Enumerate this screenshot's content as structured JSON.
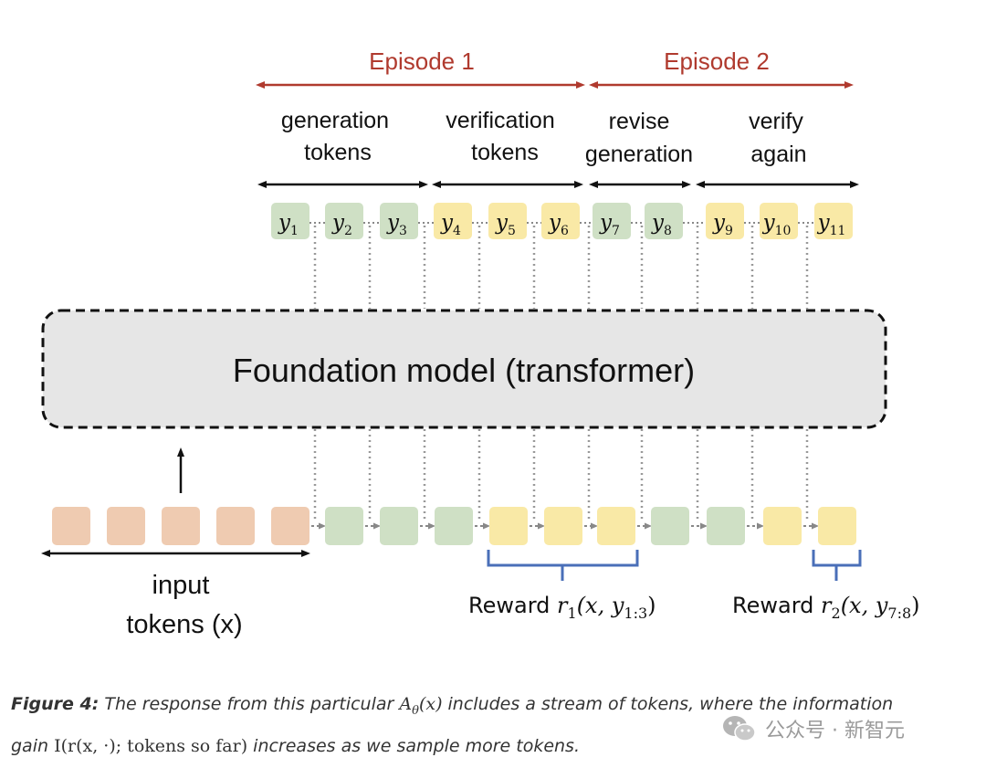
{
  "episodes": [
    {
      "label": "Episode 1"
    },
    {
      "label": "Episode 2"
    }
  ],
  "segments": [
    {
      "line1": "generation",
      "line2": "tokens"
    },
    {
      "line1": "verification",
      "line2": "tokens"
    },
    {
      "line1": "revise",
      "line2": "generation"
    },
    {
      "line1": "verify",
      "line2": "again"
    }
  ],
  "output_tokens": [
    {
      "base": "y",
      "sub": "1",
      "kind": "generation"
    },
    {
      "base": "y",
      "sub": "2",
      "kind": "generation"
    },
    {
      "base": "y",
      "sub": "3",
      "kind": "generation"
    },
    {
      "base": "y",
      "sub": "4",
      "kind": "verification"
    },
    {
      "base": "y",
      "sub": "5",
      "kind": "verification"
    },
    {
      "base": "y",
      "sub": "6",
      "kind": "verification"
    },
    {
      "base": "y",
      "sub": "7",
      "kind": "generation"
    },
    {
      "base": "y",
      "sub": "8",
      "kind": "generation"
    },
    {
      "base": "y",
      "sub": "9",
      "kind": "verification"
    },
    {
      "base": "y",
      "sub": "10",
      "kind": "verification"
    },
    {
      "base": "y",
      "sub": "11",
      "kind": "verification"
    }
  ],
  "model_label": "Foundation model (transformer)",
  "input_tokens_count": 5,
  "input_label": {
    "line1": "input",
    "line2": "tokens (x)"
  },
  "rewards": [
    {
      "text": "Reward ",
      "func": "r",
      "func_sub": "1",
      "args": "(x, y",
      "args_sub": "1:3",
      "close": ")"
    },
    {
      "text": "Reward ",
      "func": "r",
      "func_sub": "2",
      "args": "(x, y",
      "args_sub": "7:8",
      "close": ")"
    }
  ],
  "colors": {
    "generation": "#cfe0c5",
    "verification": "#f9e9a6",
    "input": "#efcbb1",
    "episode": "#b03a2e",
    "reward_bracket": "#4a6fb8",
    "model_fill": "#e6e6e6"
  },
  "caption": {
    "figure_label": "Figure 4:",
    "text1": " The response from this particular ",
    "math1": "A",
    "math1_sub": "θ",
    "math1_args": "(x)",
    "text2": " includes a stream of tokens, where the information",
    "text3": "gain ",
    "math2": "I(r(x, ·); tokens so far)",
    "text4": " increases as we sample more tokens."
  },
  "watermark": {
    "text": "公众号 · 新智元",
    "icon": "wechat-icon"
  }
}
